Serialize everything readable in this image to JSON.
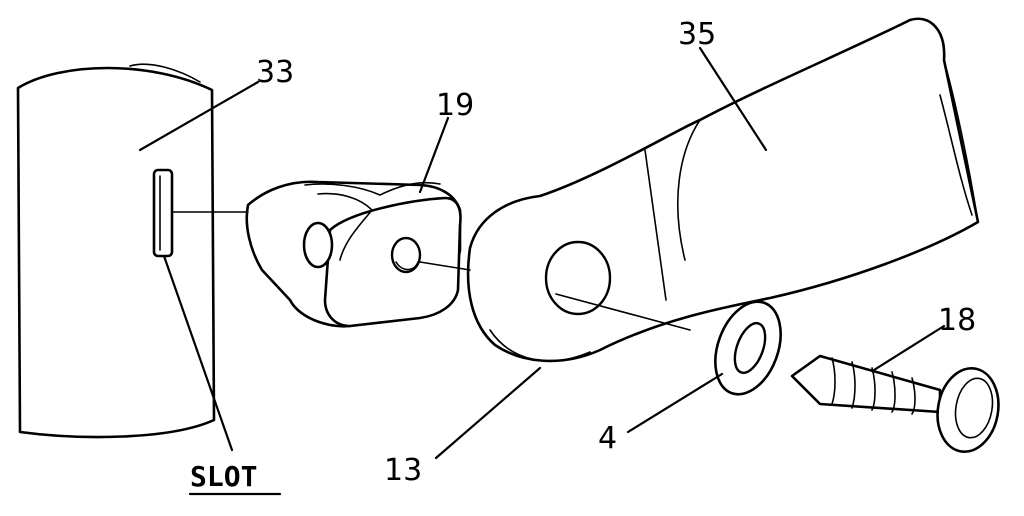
{
  "labels": {
    "part_33": "33",
    "part_19": "19",
    "part_35": "35",
    "part_13": "13",
    "part_4": "4",
    "part_18": "18",
    "slot": "SLOT"
  },
  "colors": {
    "ink": "#000000",
    "paper": "#ffffff"
  }
}
